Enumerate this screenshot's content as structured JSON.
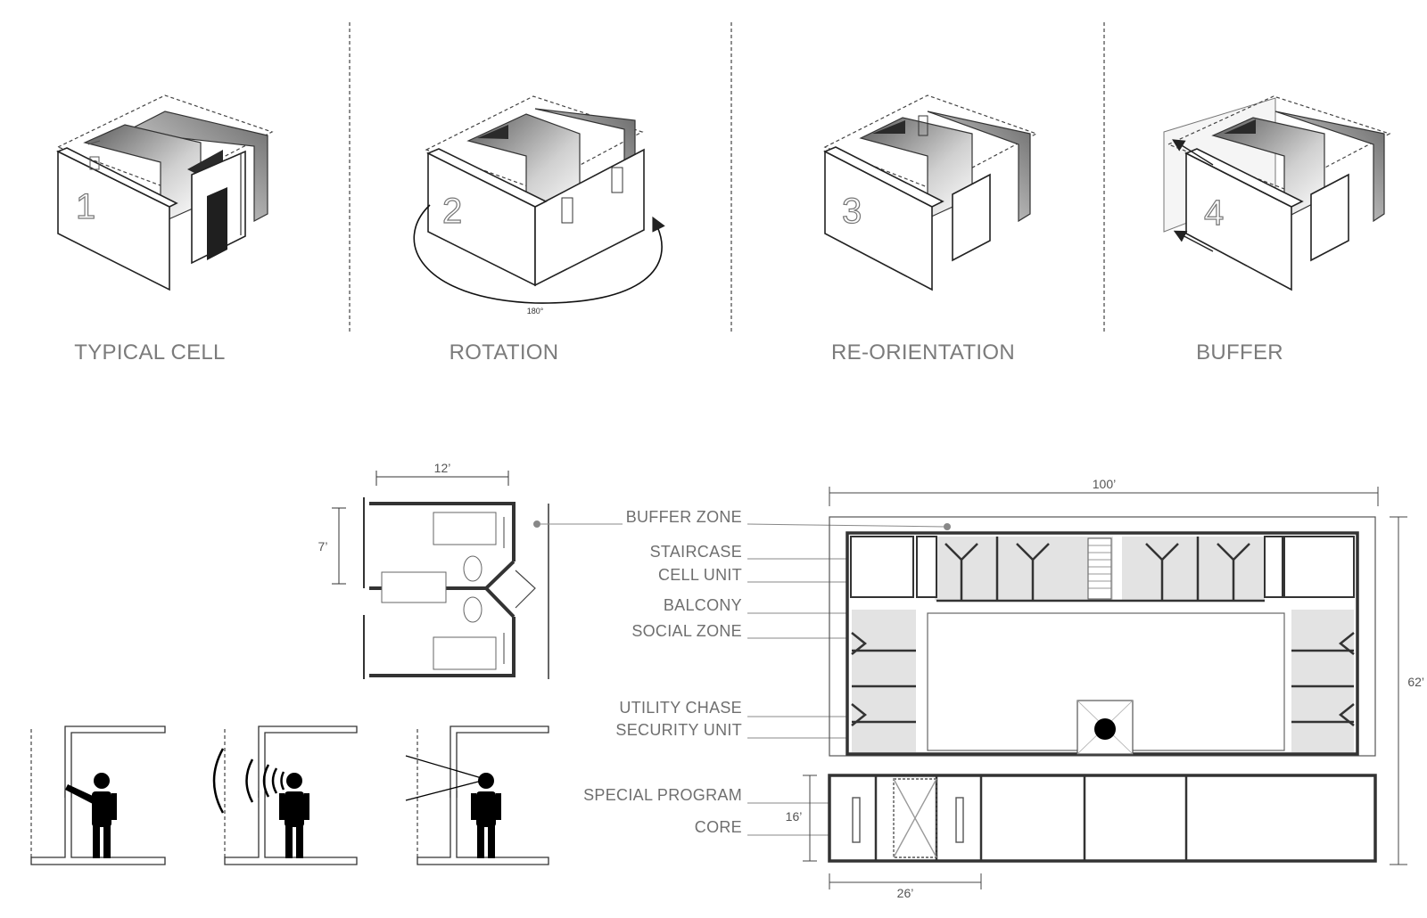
{
  "steps": [
    {
      "number": "1",
      "title": "TYPICAL CELL"
    },
    {
      "number": "2",
      "title": "ROTATION",
      "angle_label": "180°"
    },
    {
      "number": "3",
      "title": "RE-ORIENTATION"
    },
    {
      "number": "4",
      "title": "BUFFER"
    }
  ],
  "cell_plan": {
    "width_label": "12’",
    "depth_label": "7’"
  },
  "callouts": [
    "BUFFER ZONE",
    "STAIRCASE",
    "CELL UNIT",
    "BALCONY",
    "SOCIAL ZONE",
    "UTILITY CHASE",
    "SECURITY UNIT",
    "SPECIAL PROGRAM",
    "CORE"
  ],
  "floor_plan": {
    "width_label": "100’",
    "depth_label": "62’",
    "program_depth_label": "16’",
    "core_width_label": "26’"
  },
  "colors": {
    "line": "#222222",
    "cell_fill": "#e3e3e3",
    "label_gray": "#7b7b7b",
    "background": "#ffffff"
  },
  "icons": [
    "person-reach-icon",
    "person-sound-icon",
    "person-sight-icon",
    "rotation-arrow-icon",
    "slide-arrow-icon"
  ]
}
